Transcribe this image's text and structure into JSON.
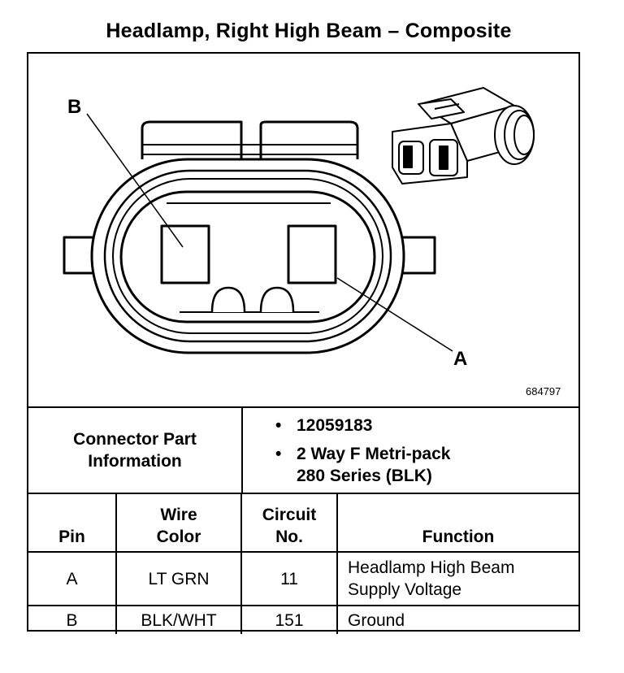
{
  "title": "Headlamp, Right High Beam – Composite",
  "drawing": {
    "label_b": "B",
    "label_a": "A",
    "figure_number": "684797"
  },
  "connector_info": {
    "header": "Connector Part Information",
    "part_number": "12059183",
    "description_line1": "2 Way F Metri-pack",
    "description_line2": "280 Series (BLK)"
  },
  "table": {
    "headers": {
      "pin": "Pin",
      "wire_color_line1": "Wire",
      "wire_color_line2": "Color",
      "circuit_line1": "Circuit",
      "circuit_line2": "No.",
      "function": "Function"
    },
    "rows": [
      {
        "pin": "A",
        "wire_color": "LT GRN",
        "circuit": "11",
        "function_line1": "Headlamp High Beam",
        "function_line2": "Supply Voltage"
      },
      {
        "pin": "B",
        "wire_color": "BLK/WHT",
        "circuit": "151",
        "function_line1": "Ground",
        "function_line2": ""
      }
    ]
  }
}
